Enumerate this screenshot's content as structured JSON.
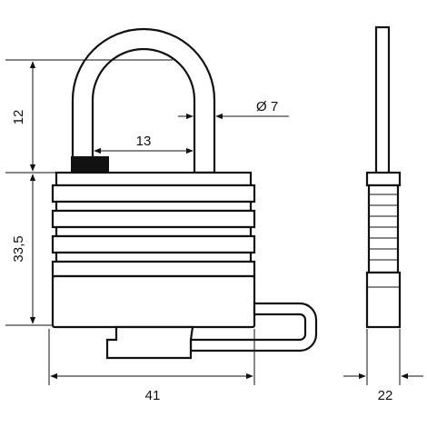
{
  "dimensions": {
    "shackle_height": "12",
    "body_height": "33,5",
    "shackle_inner_width": "13",
    "shackle_diameter": "Ø 7",
    "body_width": "41",
    "depth": "22"
  },
  "colors": {
    "line": "#111111",
    "background": "#ffffff",
    "shackle_sleeve": "#111111"
  }
}
